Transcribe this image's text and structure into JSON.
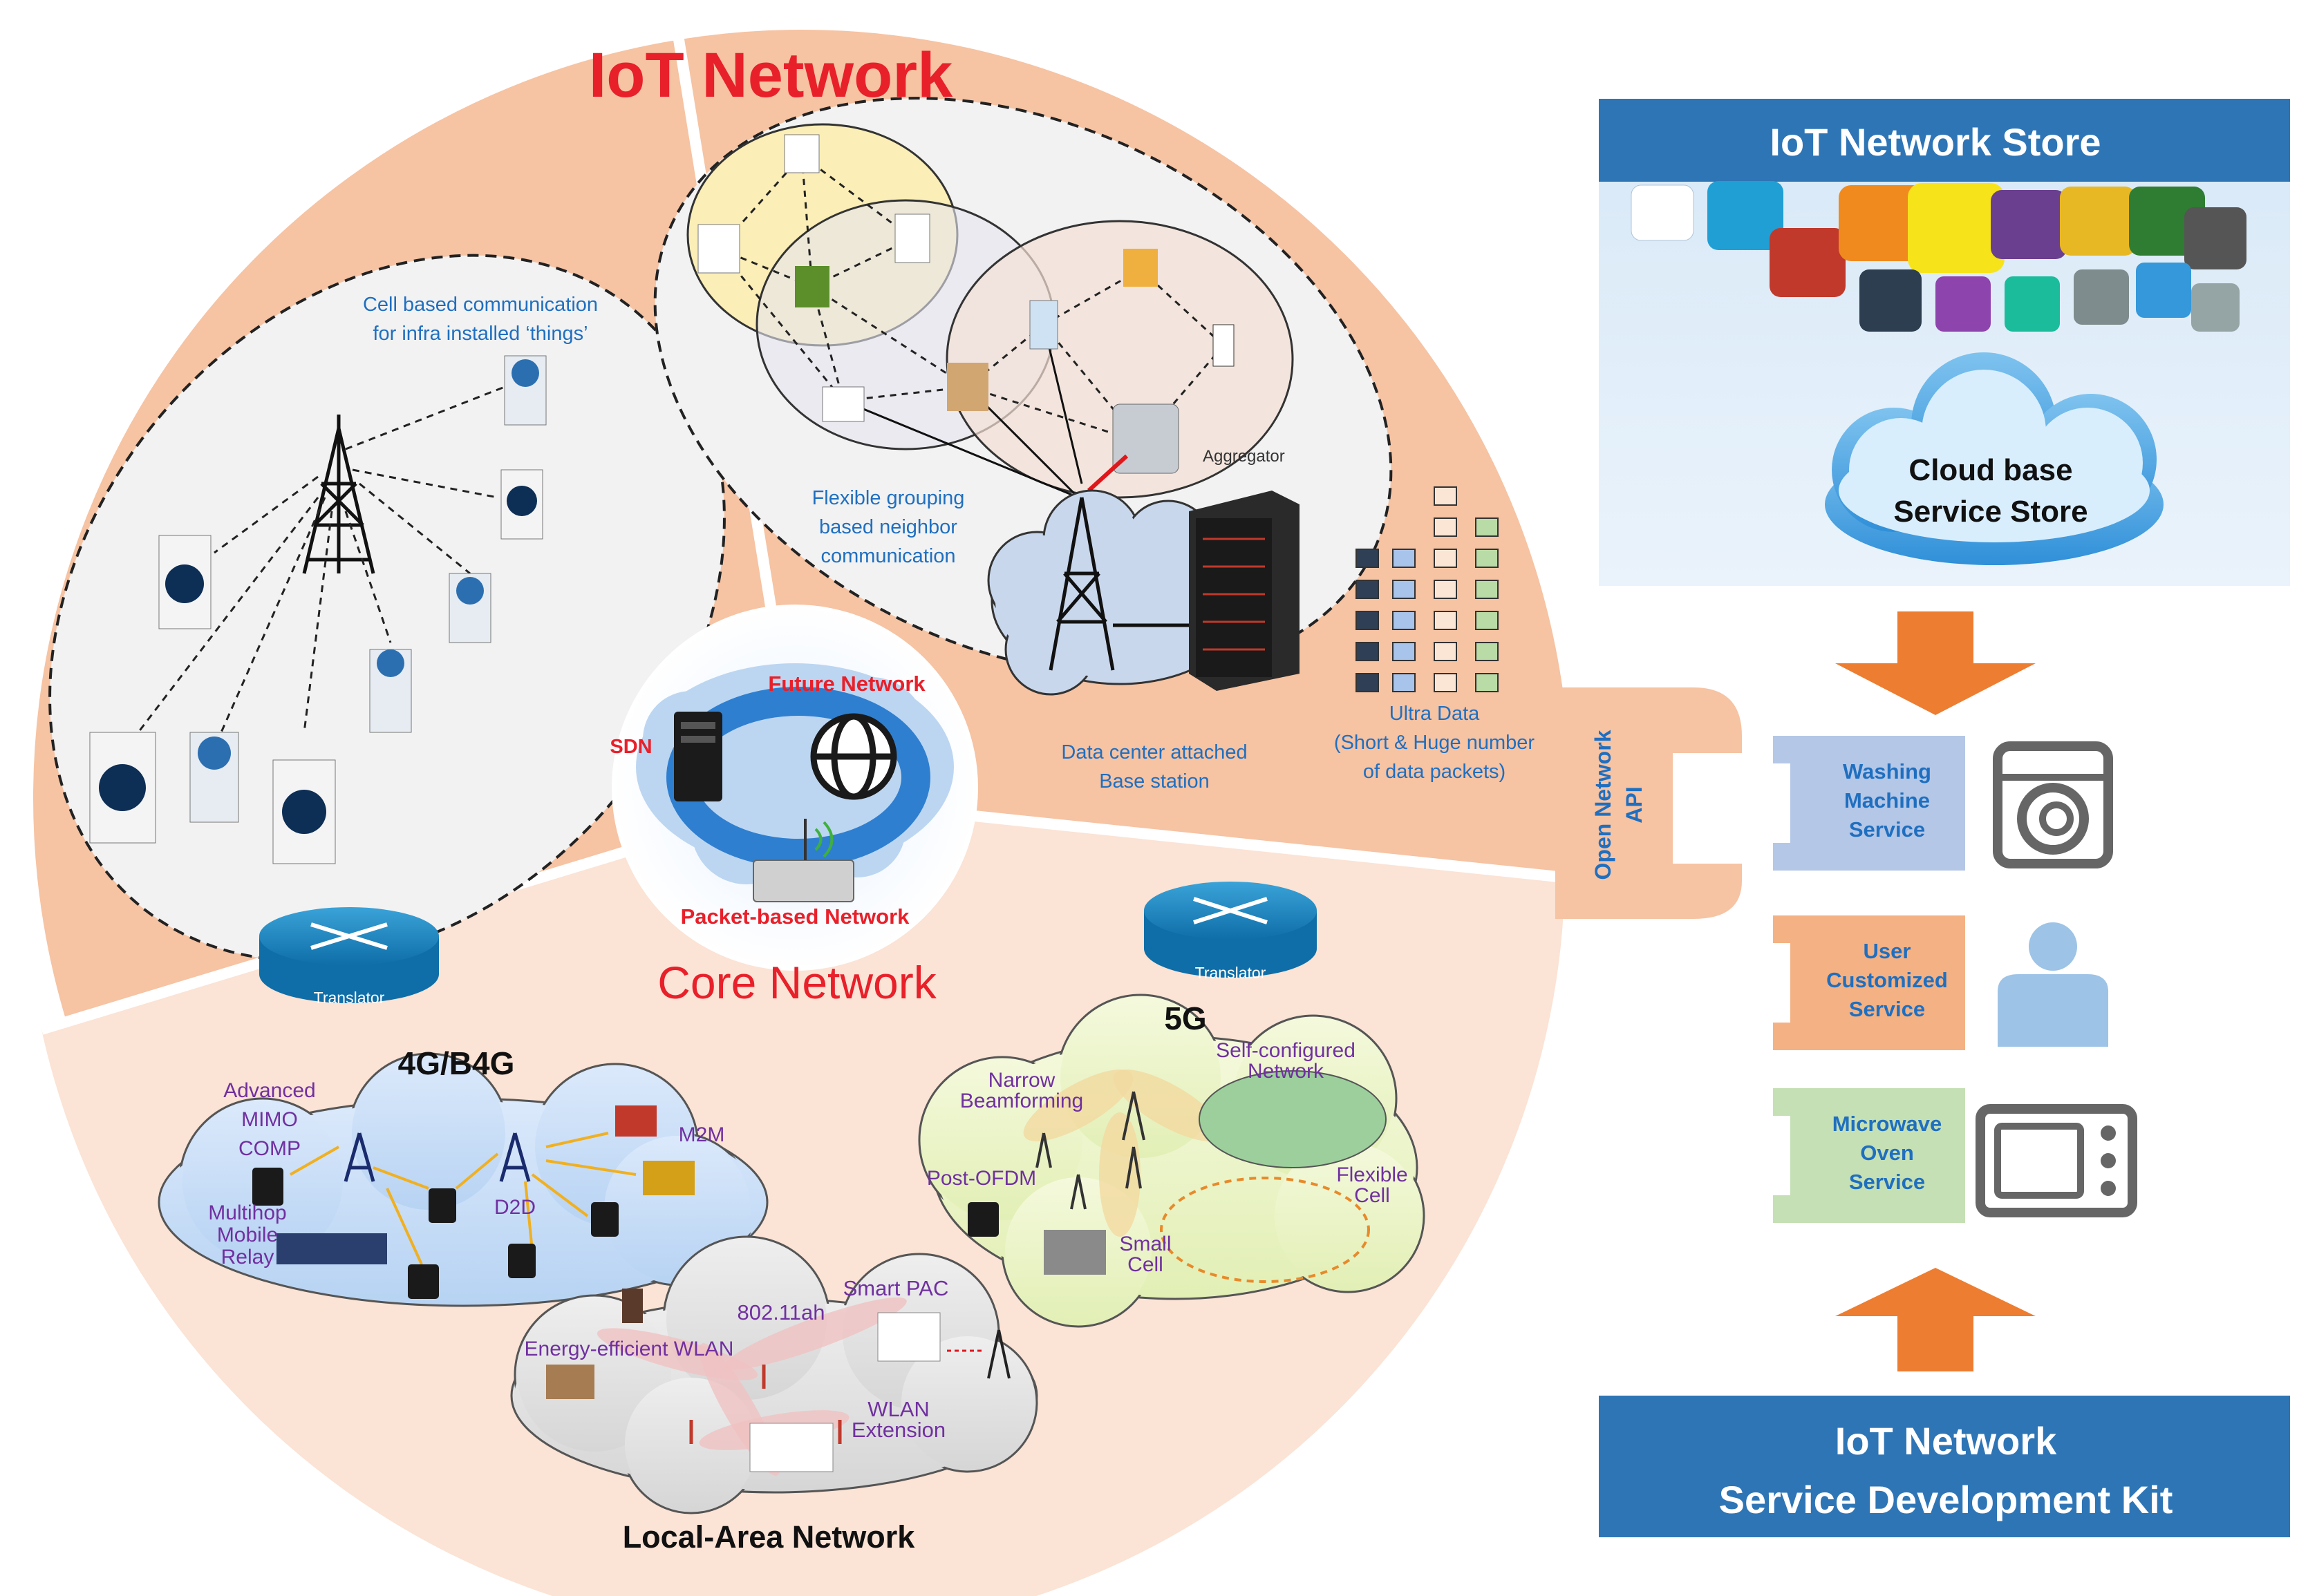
{
  "iot": {
    "title": "IoT Network",
    "cell_label_1": "Cell based communication",
    "cell_label_2": "for infra installed ‘things’",
    "flex_label_1": "Flexible grouping",
    "flex_label_2": "based neighbor",
    "flex_label_3": "communication",
    "aggregator": "Aggregator",
    "datacenter_1": "Data center attached",
    "datacenter_2": "Base station",
    "ultra_1": "Ultra Data",
    "ultra_2": "(Short & Huge number",
    "ultra_3": "of data packets)"
  },
  "core": {
    "title": "Core Network",
    "future": "Future Network",
    "sdn": "SDN",
    "packet": "Packet-based Network"
  },
  "access": {
    "translator_left": "Translator",
    "translator_right": "Translator",
    "g4": "4G/B4G",
    "g5": "5G",
    "adv_1": "Advanced",
    "adv_2": "MIMO",
    "adv_3": "COMP",
    "m2m": "M2M",
    "d2d": "D2D",
    "relay_1": "Multihop",
    "relay_2": "Mobile",
    "relay_3": "Relay",
    "narrow_1": "Narrow",
    "narrow_2": "Beamforming",
    "selfcfg_1": "Self-configured",
    "selfcfg_2": "Network",
    "postofdm": "Post-OFDM",
    "flexcell_1": "Flexible",
    "flexcell_2": "Cell",
    "small_1": "Small",
    "small_2": "Cell",
    "smartpac": "Smart PAC",
    "wifi": "802.11ah",
    "energy": "Energy-efficient WLAN",
    "wlanext_1": "WLAN",
    "wlanext_2": "Extension",
    "lan": "Local-Area  Network"
  },
  "api": {
    "line1": "Open Network",
    "line2": "API"
  },
  "store": {
    "title": "IoT Network Store",
    "cloud_1": "Cloud base",
    "cloud_2": "Service Store"
  },
  "services": [
    {
      "line1": "Washing",
      "line2": "Machine",
      "line3": "Service",
      "icon": "washing-machine-icon"
    },
    {
      "line1": "User",
      "line2": "Customized",
      "line3": "Service",
      "icon": "user-icon"
    },
    {
      "line1": "Microwave",
      "line2": "Oven",
      "line3": "Service",
      "icon": "microwave-icon"
    }
  ],
  "sdk": {
    "line1": "IoT Network",
    "line2": "Service Development Kit"
  },
  "colors": {
    "outer_ring": "#f6c3a3",
    "lower_sector": "#fbe3d5",
    "red_title": "#e8202a",
    "blue_label": "#1f6fc0",
    "purple_label": "#7030a0",
    "store_blue": "#2e75b6",
    "arrow_orange": "#ed7d31",
    "svc_blue": "#b4c7e7",
    "svc_orange": "#f4b183",
    "svc_green": "#c5e0b4"
  }
}
